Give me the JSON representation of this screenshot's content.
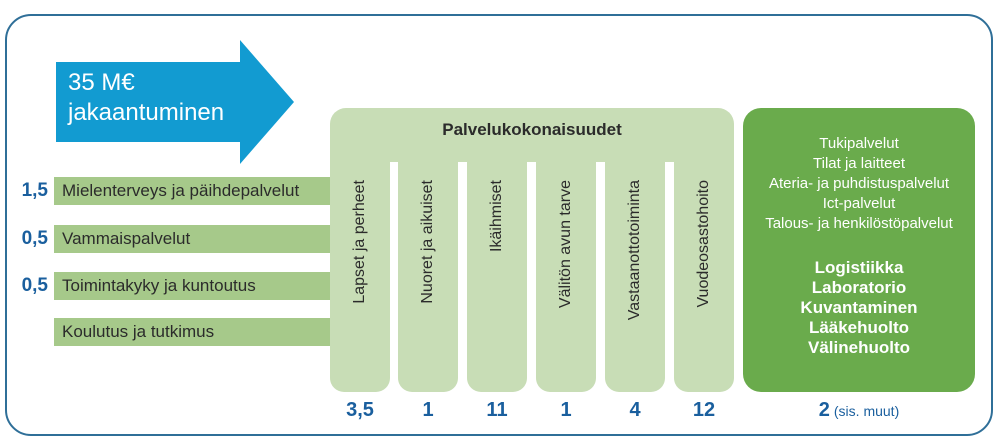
{
  "arrow": {
    "line1": "35 M€",
    "line2": "jakaantuminen",
    "color": "#129bd1"
  },
  "left_rows": [
    {
      "value": "1,5",
      "label": "Mielenterveys ja päihdepalvelut"
    },
    {
      "value": "0,5",
      "label": "Vammaispalvelut"
    },
    {
      "value": "0,5",
      "label": "Toimintakyky ja kuntoutus"
    },
    {
      "value": "",
      "label": "Koulutus ja tutkimus"
    }
  ],
  "panel": {
    "title": "Palvelukokonaisuudet",
    "columns": [
      {
        "label": "Lapset ja perheet",
        "value": "3,5"
      },
      {
        "label": "Nuoret ja aikuiset",
        "value": "1"
      },
      {
        "label": "Ikäihmiset",
        "value": "11"
      },
      {
        "label": "Välitön avun tarve",
        "value": "1"
      },
      {
        "label": "Vastaanottotoiminta",
        "value": "4"
      },
      {
        "label": "Vuodeosastohoito",
        "value": "12"
      }
    ]
  },
  "support": {
    "items": [
      "Tukipalvelut",
      "Tilat ja laitteet",
      "Ateria- ja puhdistuspalvelut",
      "Ict-palvelut",
      "Talous- ja henkilöstöpalvelut"
    ],
    "bold_items": [
      "Logistiikka",
      "Laboratorio",
      "Kuvantaminen",
      "Lääkehuolto",
      "Välinehuolto"
    ],
    "value": "2",
    "value_note": "(sis. muut)"
  },
  "colors": {
    "frame": "#2f6f98",
    "light_green": "#c8ddb6",
    "bar_green": "#a6c98a",
    "dark_green": "#6aab4c",
    "number_blue": "#1a5f9e"
  }
}
